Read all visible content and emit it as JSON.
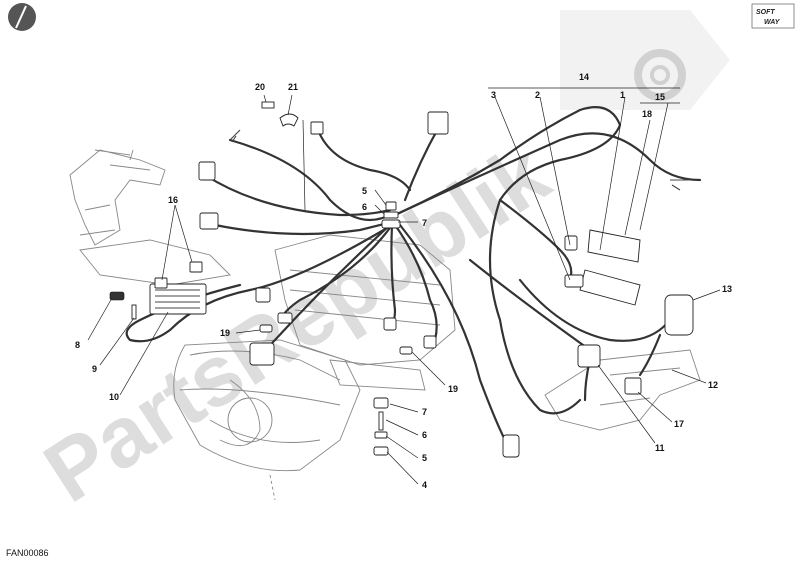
{
  "diagram": {
    "drawing_code": "FAN00086",
    "logo_text": "SOFT WAY",
    "watermark": "PartsRepublik",
    "callouts": [
      "1",
      "2",
      "3",
      "4",
      "5",
      "6",
      "7",
      "8",
      "9",
      "10",
      "11",
      "12",
      "13",
      "14",
      "15",
      "16",
      "17",
      "18",
      "19",
      "20",
      "21"
    ],
    "part_callouts": {
      "c1": "1",
      "c2": "2",
      "c3": "3",
      "c14": "14",
      "c15": "15",
      "c18": "18",
      "c20": "20",
      "c21": "21",
      "c5a": "5",
      "c6a": "6",
      "c7a": "7",
      "c16": "16",
      "c8": "8",
      "c9": "9",
      "c10": "10",
      "c19a": "19",
      "c19b": "19",
      "c7b": "7",
      "c6b": "6",
      "c5b": "5",
      "c4": "4",
      "c13": "13",
      "c12": "12",
      "c17": "17",
      "c11": "11"
    }
  }
}
